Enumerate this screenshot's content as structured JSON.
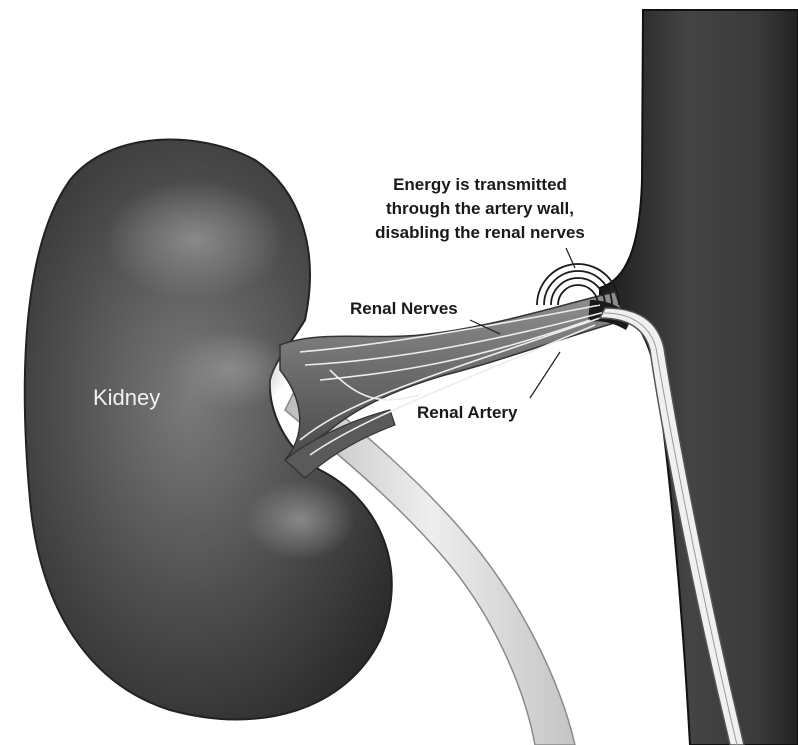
{
  "diagram": {
    "labels": {
      "kidney": "Kidney",
      "renal_nerves": "Renal Nerves",
      "renal_artery": "Renal Artery",
      "energy_line1": "Energy is transmitted",
      "energy_line2": "through the artery wall,",
      "energy_line3": "disabling the renal nerves"
    },
    "colors": {
      "kidney": "#4a4a4a",
      "aorta": "#3a3a3a",
      "artery": "#6e6e6e",
      "nerve": "#e8e8e8",
      "ureter": "#d8d8d8",
      "catheter": "#f0f0f0"
    }
  }
}
